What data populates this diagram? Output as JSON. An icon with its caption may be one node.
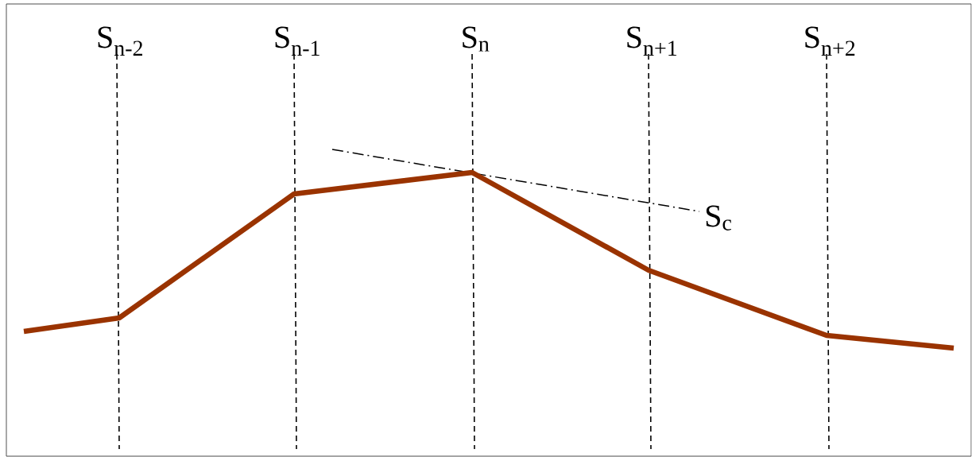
{
  "diagram": {
    "labels": [
      "S$_{n-2}$",
      "S$_{n-1}$",
      "S$_{n}$",
      "S$_{n+1}$",
      "S$_{n+2}$",
      "S$_{c}$"
    ]
  }
}
